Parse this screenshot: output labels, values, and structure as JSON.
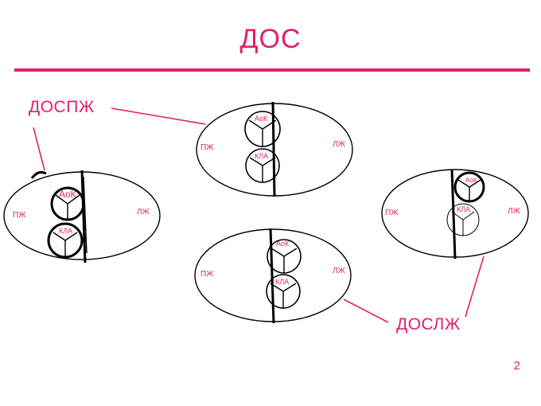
{
  "title": "ДОС",
  "labels": {
    "dospzh": "ДОСПЖ",
    "doslzh": "ДОСЛЖ"
  },
  "page_number": "2",
  "hearts": [
    {
      "id": "left",
      "right_ventricle": "ПЖ",
      "left_ventricle": "ЛЖ",
      "aorta": "АоК",
      "pulmonary": "КЛА"
    },
    {
      "id": "top",
      "right_ventricle": "ПЖ",
      "left_ventricle": "ЛЖ",
      "aorta": "АоК",
      "pulmonary": "КЛА"
    },
    {
      "id": "bottom",
      "right_ventricle": "ПЖ",
      "left_ventricle": "ЛЖ",
      "aorta": "АоК",
      "pulmonary": "КЛА"
    },
    {
      "id": "right",
      "right_ventricle": "ПЖ",
      "left_ventricle": "ЛЖ",
      "aorta": "АоК",
      "pulmonary": "КЛА"
    }
  ],
  "colors": {
    "accent": "#e0206e",
    "ink": "#000000",
    "background": "#ffffff"
  }
}
